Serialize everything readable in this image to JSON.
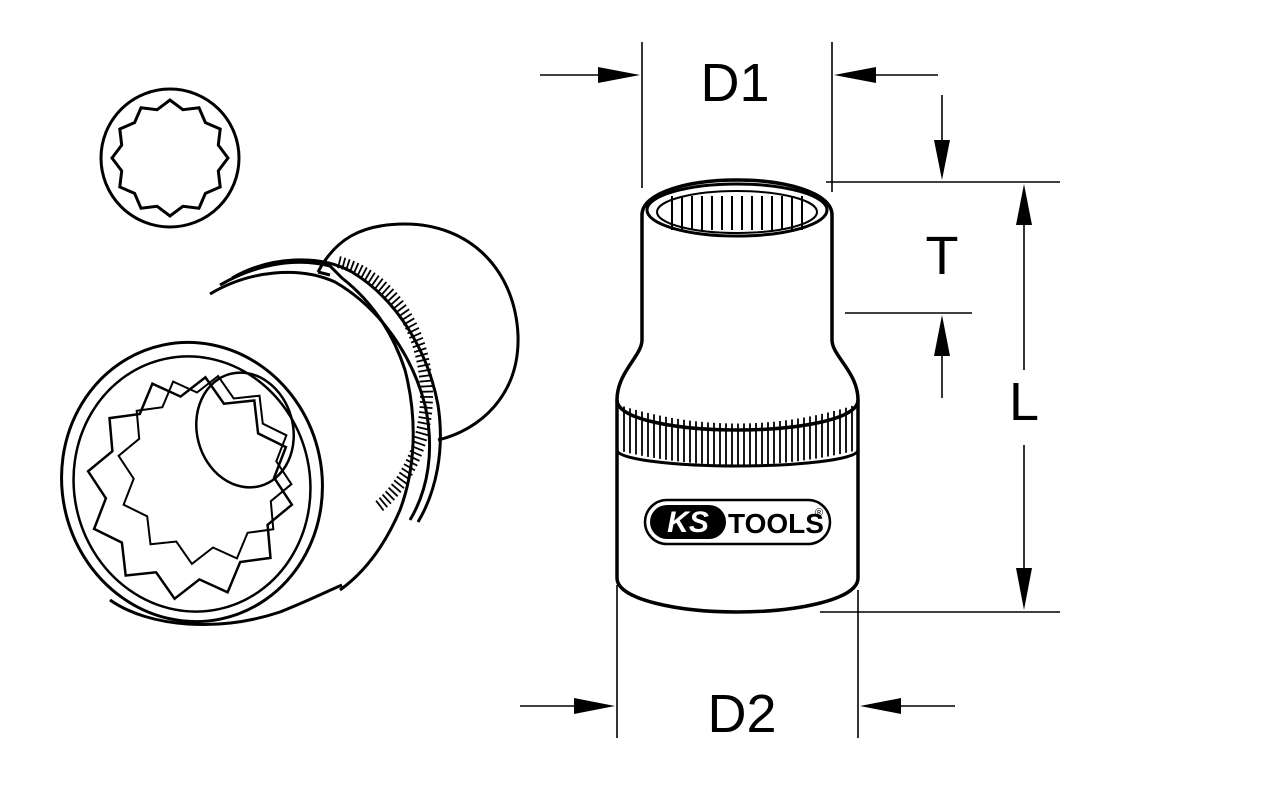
{
  "dimensions": {
    "d1": "D1",
    "d2": "D2",
    "t": "T",
    "l": "L"
  },
  "logo": {
    "brand_ks": "KS",
    "brand_tools": "TOOLS",
    "registered": "®"
  },
  "colors": {
    "line": "#000000",
    "background": "#ffffff"
  }
}
